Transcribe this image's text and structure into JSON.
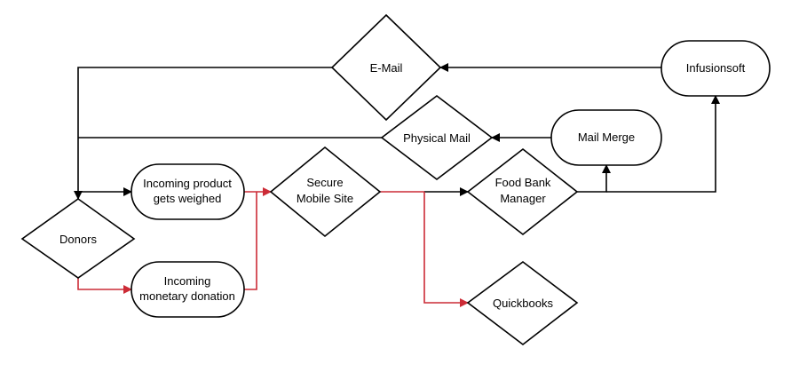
{
  "colors": {
    "black_line": "#000000",
    "red_line": "#cc2b36",
    "shape_fill": "#ffffff",
    "text": "#000000"
  },
  "nodes": {
    "email": {
      "shape": "diamond",
      "lines": [
        "E-Mail"
      ]
    },
    "infusionsoft": {
      "shape": "rounded-rect",
      "lines": [
        "Infusionsoft"
      ]
    },
    "physical_mail": {
      "shape": "diamond",
      "lines": [
        "Physical Mail"
      ]
    },
    "mail_merge": {
      "shape": "rounded-rect",
      "lines": [
        "Mail Merge"
      ]
    },
    "incoming_product": {
      "shape": "rounded-rect",
      "lines": [
        "Incoming product",
        "gets weighed"
      ]
    },
    "secure_mobile_site": {
      "shape": "diamond",
      "lines": [
        "Secure",
        "Mobile Site"
      ]
    },
    "food_bank_manager": {
      "shape": "diamond",
      "lines": [
        "Food Bank",
        "Manager"
      ]
    },
    "donors": {
      "shape": "diamond",
      "lines": [
        "Donors"
      ]
    },
    "incoming_monetary": {
      "shape": "rounded-rect",
      "lines": [
        "Incoming",
        "monetary donation"
      ]
    },
    "quickbooks": {
      "shape": "diamond",
      "lines": [
        "Quickbooks"
      ]
    }
  },
  "edges": [
    {
      "from": "infusionsoft",
      "to": "email",
      "color": "black"
    },
    {
      "from": "email",
      "to": "donors",
      "color": "black"
    },
    {
      "from": "mail_merge",
      "to": "physical_mail",
      "color": "black"
    },
    {
      "from": "physical_mail",
      "to": "donors",
      "color": "black"
    },
    {
      "from": "donors",
      "to": "incoming_product",
      "color": "black"
    },
    {
      "from": "incoming_product",
      "to": "secure_mobile_site",
      "color": "red"
    },
    {
      "from": "donors",
      "to": "incoming_monetary",
      "color": "red"
    },
    {
      "from": "incoming_monetary",
      "to": "secure_mobile_site",
      "color": "red"
    },
    {
      "from": "secure_mobile_site",
      "to": "food_bank_manager",
      "color": "black"
    },
    {
      "from": "secure_mobile_site",
      "to": "quickbooks",
      "color": "red"
    },
    {
      "from": "food_bank_manager",
      "to": "mail_merge",
      "color": "black"
    },
    {
      "from": "food_bank_manager",
      "to": "infusionsoft",
      "color": "black"
    }
  ]
}
